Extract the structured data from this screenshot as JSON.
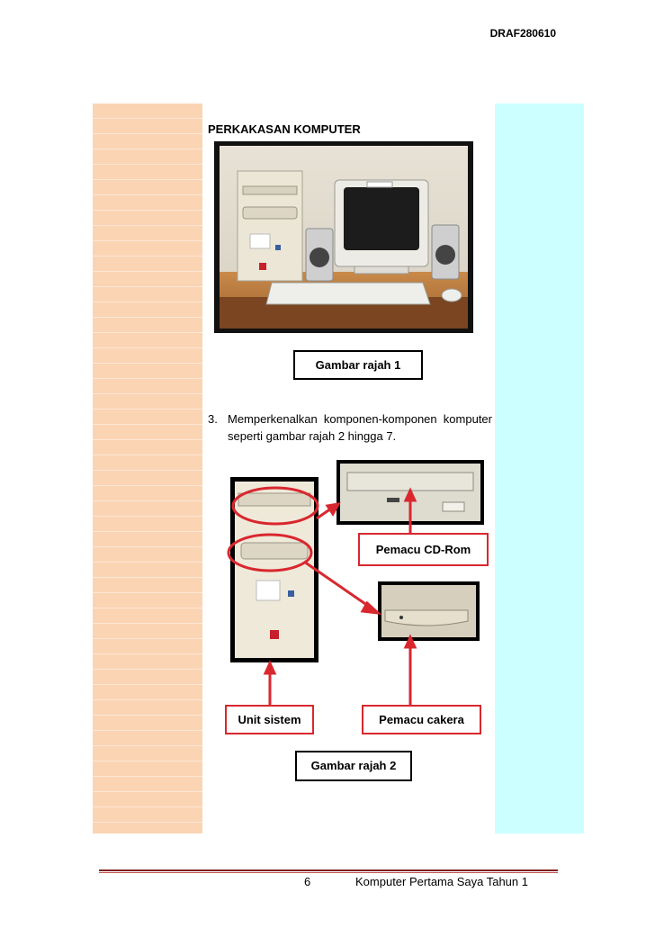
{
  "header": {
    "draft_code": "DRAF280610"
  },
  "section": {
    "heading": "PERKAKASAN KOMPUTER"
  },
  "figure1": {
    "caption": "Gambar rajah 1"
  },
  "paragraph": {
    "number": "3.",
    "text": "Memperkenalkan komponen-komponen komputer seperti gambar rajah 2 hingga 7."
  },
  "figure2": {
    "labels": {
      "cd_rom": "Pemacu CD-Rom",
      "system_unit": "Unit sistem",
      "floppy": "Pemacu cakera"
    },
    "caption": "Gambar rajah 2"
  },
  "colors": {
    "left_panel": "#fbd4b4",
    "right_panel": "#ccffff",
    "callout_red": "#d9272e"
  },
  "footer": {
    "page_number": "6",
    "title": "Komputer Pertama Saya Tahun 1"
  }
}
